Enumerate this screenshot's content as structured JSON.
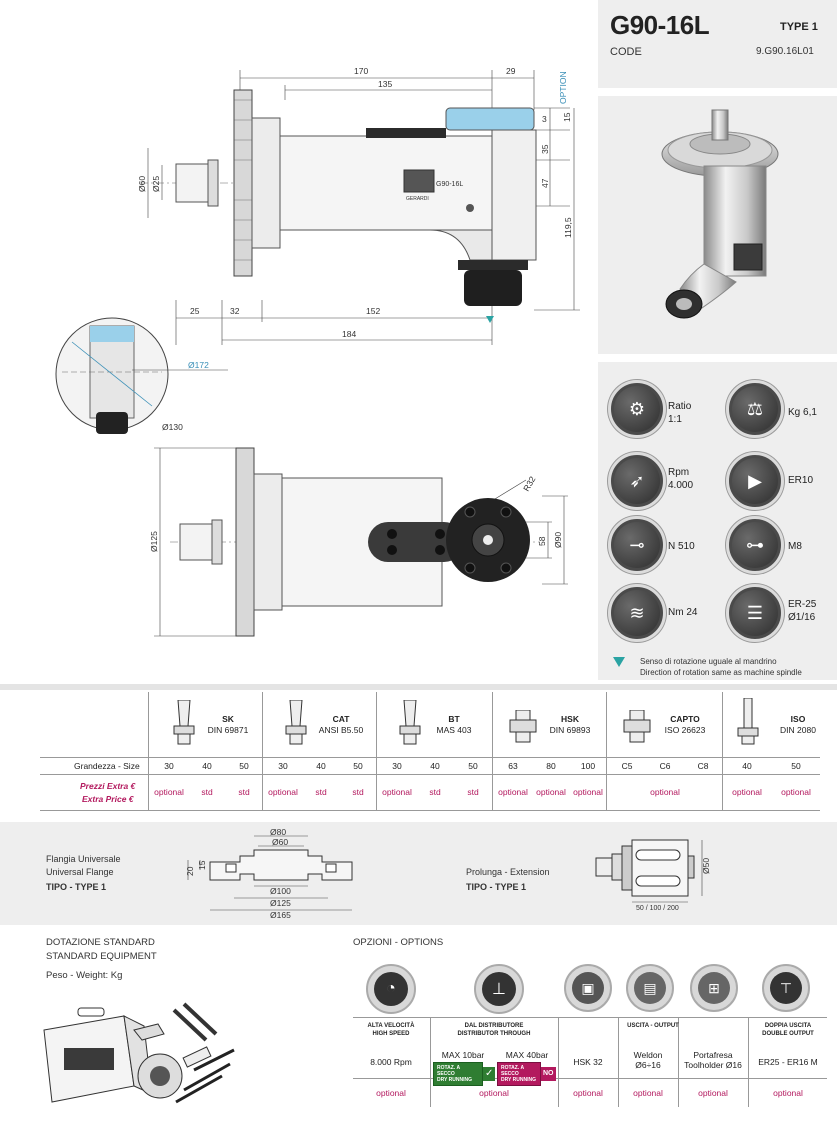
{
  "header": {
    "model": "G90-16L",
    "type_label": "TYPE 1",
    "code_label": "CODE",
    "code_value": "9.G90.16L01"
  },
  "drawing": {
    "dims_top": [
      "170",
      "29",
      "135"
    ],
    "option_label": "OPTION",
    "dims_right": [
      "3",
      "15",
      "35",
      "47",
      "119,5"
    ],
    "dims_left": [
      "Ø60",
      "Ø25"
    ],
    "dims_bottom": [
      "25",
      "32",
      "152",
      "184"
    ],
    "brand_on_body": "G90-16L",
    "brand_small": "GERARDI",
    "dims_detail": [
      "Ø172",
      "Ø130"
    ],
    "dims_front": [
      "Ø125",
      "R32",
      "58",
      "Ø90"
    ]
  },
  "specs": {
    "items": [
      {
        "icon": "gears-icon",
        "value": "Ratio\n1:1"
      },
      {
        "icon": "scale-icon",
        "value": "Kg 6,1"
      },
      {
        "icon": "runner-icon",
        "value": "Rpm\n4.000"
      },
      {
        "icon": "collet-icon",
        "value": "ER10"
      },
      {
        "icon": "drill-icon",
        "value": "N 510"
      },
      {
        "icon": "screw-icon",
        "value": "M8"
      },
      {
        "icon": "torque-icon",
        "value": "Nm 24"
      },
      {
        "icon": "collet-set-icon",
        "value": "ER-25\nØ1/16"
      }
    ],
    "rotation_note_it": "Senso di rotazione uguale al mandrino",
    "rotation_note_en": "Direction of rotation same as machine spindle"
  },
  "config": {
    "size_label": "Grandezza - Size",
    "price_label_it": "Prezzi Extra  €",
    "price_label_en": "Extra Price  €",
    "groups": [
      {
        "name": "SK",
        "std": "DIN  69871",
        "sizes": [
          "30",
          "40",
          "50"
        ],
        "prices": [
          "optional",
          "std",
          "std"
        ]
      },
      {
        "name": "CAT",
        "std": "ANSI  B5.50",
        "sizes": [
          "30",
          "40",
          "50"
        ],
        "prices": [
          "optional",
          "std",
          "std"
        ]
      },
      {
        "name": "BT",
        "std": "MAS  403",
        "sizes": [
          "30",
          "40",
          "50"
        ],
        "prices": [
          "optional",
          "std",
          "std"
        ]
      },
      {
        "name": "HSK",
        "std": "DIN  69893",
        "sizes": [
          "63",
          "80",
          "100"
        ],
        "prices": [
          "optional",
          "optional",
          "optional"
        ]
      },
      {
        "name": "CAPTO",
        "std": "ISO  26623",
        "sizes": [
          "C5",
          "C6",
          "C8"
        ],
        "prices": [
          "optional"
        ]
      },
      {
        "name": "ISO",
        "std": "DIN 2080",
        "sizes": [
          "40",
          "50"
        ],
        "prices": [
          "optional",
          "optional"
        ]
      }
    ]
  },
  "flange": {
    "label_it": "Flangia Universale",
    "label_en": "Universal Flange",
    "type": "TIPO - TYPE 1",
    "dims": [
      "Ø80",
      "Ø60",
      "20",
      "15",
      "Ø100",
      "Ø125",
      "Ø165"
    ]
  },
  "extension": {
    "label": "Prolunga - Extension",
    "type": "TIPO - TYPE 1",
    "dims": [
      "Ø50",
      "50 / 100 / 200"
    ]
  },
  "standard": {
    "title_it": "DOTAZIONE STANDARD",
    "title_en": "STANDARD EQUIPMENT",
    "weight": "Peso - Weight:  Kg"
  },
  "options": {
    "title": "OPZIONI - OPTIONS",
    "cols": [
      {
        "head": "ALTA VELOCITÀ\nHIGH SPEED",
        "value": "8.000 Rpm",
        "price": "optional"
      },
      {
        "head": "DAL DISTRIBUTORE\nDISTRIBUTOR THROUGH",
        "value_a": "MAX 10bar",
        "value_b": "MAX 40bar",
        "badge_a": "ROTAZ. A SECCO\nDRY RUNNING",
        "badge_b": "ROTAZ. A SECCO\nDRY RUNNING",
        "mark_a": "✓",
        "mark_b": "NO",
        "price": "optional"
      },
      {
        "head": "",
        "value": "HSK 32",
        "price": "optional"
      },
      {
        "head": "USCITA - OUTPUT",
        "value": "Weldon\nØ6÷16",
        "price": "optional"
      },
      {
        "head": "",
        "value": "Portafresa\nToolholder Ø16",
        "price": "optional"
      },
      {
        "head": "DOPPIA USCITA\nDOUBLE OUTPUT",
        "value": "ER25 - ER16 M",
        "price": "optional"
      }
    ]
  }
}
